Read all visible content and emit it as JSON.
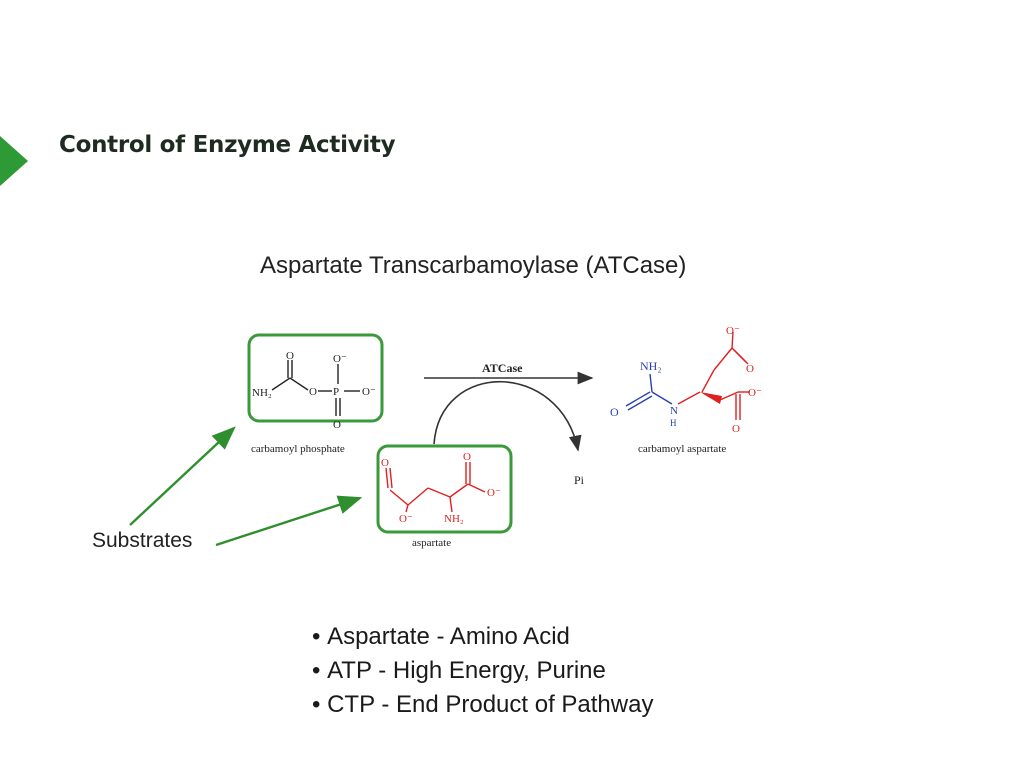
{
  "slide": {
    "title": "Control of Enzyme Activity",
    "subtitle": "Aspartate Transcarbamoylase (ATCase)",
    "substrates_label": "Substrates",
    "bullets": [
      "Aspartate - Amino Acid",
      "ATP - High Energy, Purine",
      "CTP - End Product of Pathway"
    ]
  },
  "reaction": {
    "enzyme_label": "ATCase",
    "byproduct_label": "Pi",
    "reactant1_name": "carbamoyl phosphate",
    "reactant2_name": "aspartate",
    "product_name": "carbamoyl aspartate",
    "atoms": {
      "O": "O",
      "O_minus": "O⁻",
      "NH2": "NH₂",
      "P": "P",
      "N": "N",
      "H": "H"
    }
  },
  "colors": {
    "accent_green": "#2e9a35",
    "box_green": "#3a9a3a",
    "arrow_green": "#2f8f2f",
    "red": "#e02020",
    "blue": "#2a3fb0"
  }
}
